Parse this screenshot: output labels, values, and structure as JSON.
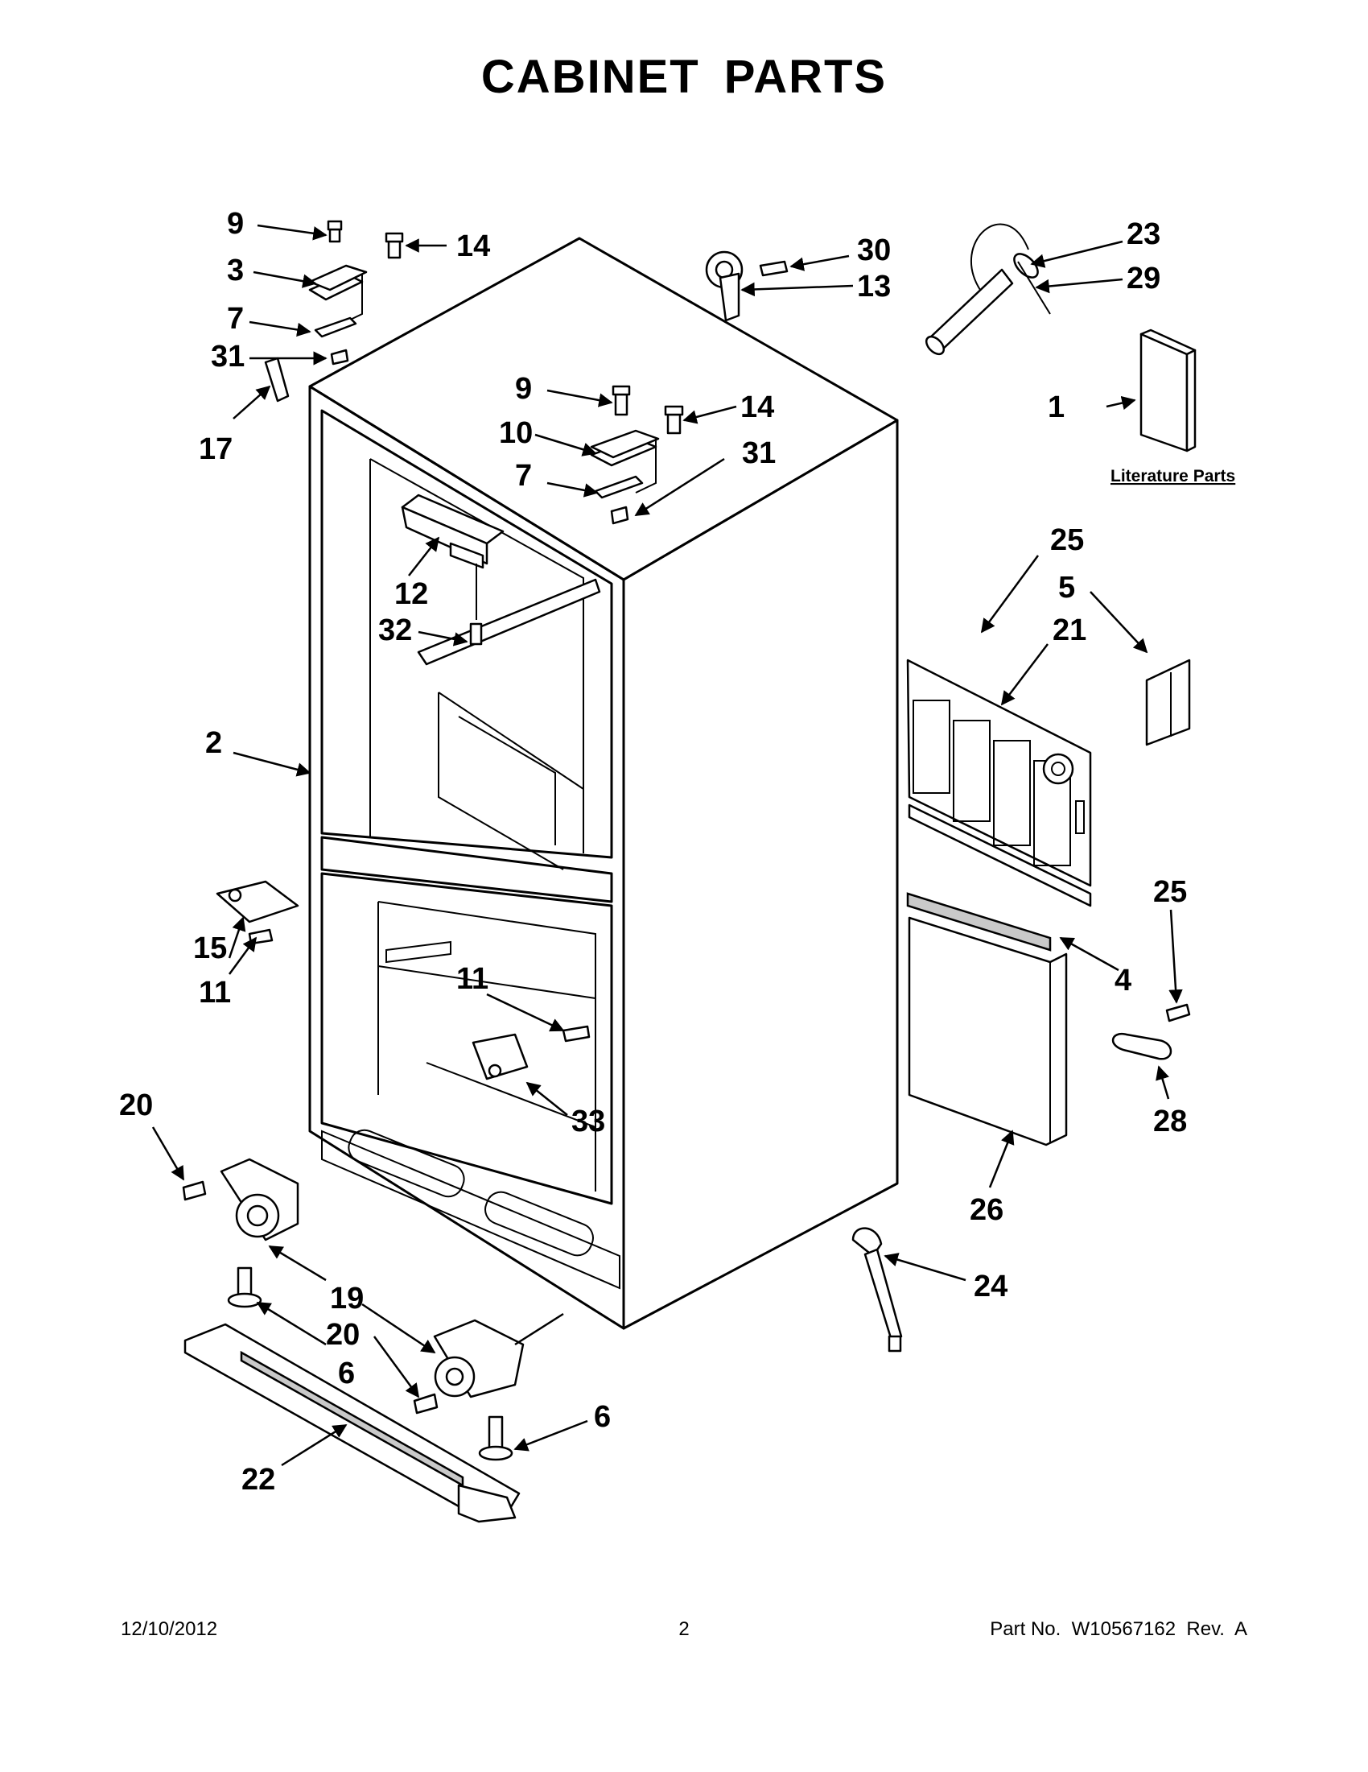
{
  "title": "CABINET PARTS",
  "literature_label": "Literature Parts",
  "callouts": [
    {
      "id": "c9a",
      "text": "9"
    },
    {
      "id": "c3",
      "text": "3"
    },
    {
      "id": "c7a",
      "text": "7"
    },
    {
      "id": "c31a",
      "text": "31"
    },
    {
      "id": "c17",
      "text": "17"
    },
    {
      "id": "c14a",
      "text": "14"
    },
    {
      "id": "c9b",
      "text": "9"
    },
    {
      "id": "c10",
      "text": "10"
    },
    {
      "id": "c7b",
      "text": "7"
    },
    {
      "id": "c14b",
      "text": "14"
    },
    {
      "id": "c31b",
      "text": "31"
    },
    {
      "id": "c30",
      "text": "30"
    },
    {
      "id": "c13",
      "text": "13"
    },
    {
      "id": "c23",
      "text": "23"
    },
    {
      "id": "c29",
      "text": "29"
    },
    {
      "id": "c1",
      "text": "1"
    },
    {
      "id": "c12",
      "text": "12"
    },
    {
      "id": "c32",
      "text": "32"
    },
    {
      "id": "c2",
      "text": "2"
    },
    {
      "id": "c25a",
      "text": "25"
    },
    {
      "id": "c5",
      "text": "5"
    },
    {
      "id": "c21",
      "text": "21"
    },
    {
      "id": "c15",
      "text": "15"
    },
    {
      "id": "c11a",
      "text": "11"
    },
    {
      "id": "c11b",
      "text": "11"
    },
    {
      "id": "c25b",
      "text": "25"
    },
    {
      "id": "c4",
      "text": "4"
    },
    {
      "id": "c28",
      "text": "28"
    },
    {
      "id": "c33",
      "text": "33"
    },
    {
      "id": "c20a",
      "text": "20"
    },
    {
      "id": "c26",
      "text": "26"
    },
    {
      "id": "c19",
      "text": "19"
    },
    {
      "id": "c24",
      "text": "24"
    },
    {
      "id": "c20b",
      "text": "20"
    },
    {
      "id": "c6a",
      "text": "6"
    },
    {
      "id": "c6b",
      "text": "6"
    },
    {
      "id": "c22",
      "text": "22"
    }
  ],
  "footer": {
    "date": "12/10/2012",
    "page": "2",
    "part_no": "Part No.  W10567162  Rev.  A"
  }
}
